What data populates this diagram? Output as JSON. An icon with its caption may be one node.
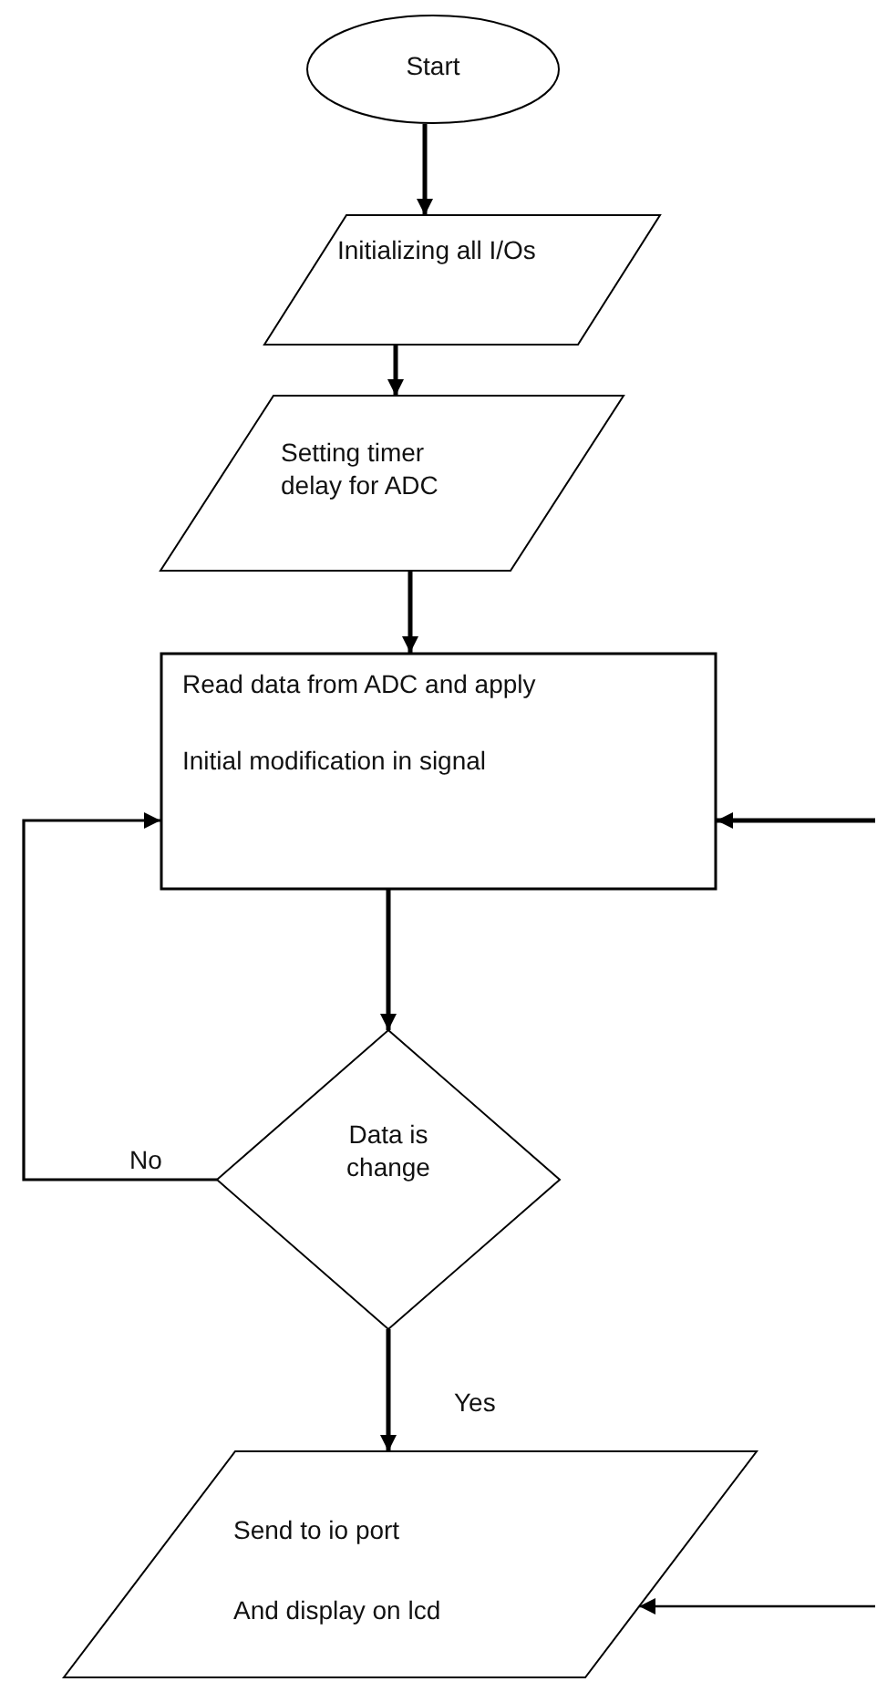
{
  "diagram": {
    "nodes": [
      {
        "text": [
          "Start"
        ]
      },
      {
        "text": [
          "Initializing all I/Os"
        ]
      },
      {
        "text": [
          "Setting timer delay for ADC"
        ]
      },
      {
        "text": [
          "Read data from ADC and apply",
          "Initial modification in signal"
        ]
      },
      {
        "text": [
          "Data is change"
        ]
      },
      {
        "text": [
          "Send to io port",
          "And display on lcd"
        ]
      }
    ],
    "edges": [
      {
        "from": 0,
        "to": 1,
        "arrow": "to"
      },
      {
        "from": 1,
        "to": 2,
        "arrow": "to"
      },
      {
        "from": 2,
        "to": 3,
        "arrow": "to"
      },
      {
        "from": 3,
        "to": 4,
        "arrow": "to"
      },
      {
        "from": 4,
        "to": 5,
        "arrow": "to",
        "label": "Yes"
      },
      {
        "from": 4,
        "to": 3,
        "arrow": "to",
        "label": "No"
      },
      {
        "from": null,
        "to": 3,
        "arrow": "to"
      },
      {
        "from": null,
        "to": 5,
        "arrow": "to"
      }
    ]
  }
}
